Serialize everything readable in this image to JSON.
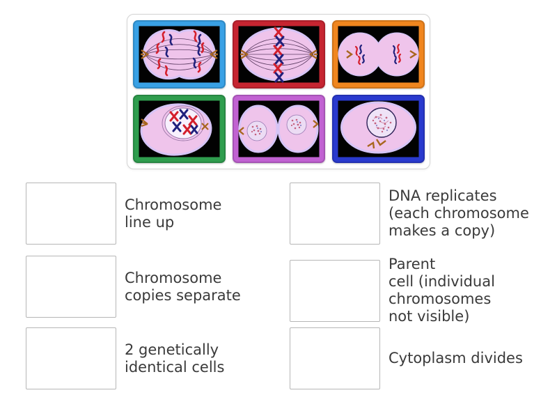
{
  "page": {
    "background_color": "#ffffff"
  },
  "tile_board": {
    "tiles": [
      {
        "name": "anaphase-cell",
        "frame_color": "#39a1e5"
      },
      {
        "name": "metaphase-cell",
        "frame_color": "#c62531"
      },
      {
        "name": "cytokinesis-cell",
        "frame_color": "#f0861f"
      },
      {
        "name": "prophase-cell",
        "frame_color": "#2f9d4e"
      },
      {
        "name": "two-daughter-cells",
        "frame_color": "#c162d2"
      },
      {
        "name": "parent-cell",
        "frame_color": "#2a3ace"
      }
    ],
    "artwork_palette": {
      "image_background": "#000000",
      "cell_body_pink": "#efc4eb",
      "cell_membrane_lavender": "#d6c4f6",
      "chromosome_red": "#d41f2c",
      "chromosome_blue": "#20207c",
      "spindle_fiber": "#42254a",
      "centrosome_brown": "#a8661e"
    }
  },
  "answer_area": {
    "left_column": [
      {
        "label": "Chromosome\nline up"
      },
      {
        "label": "Chromosome\ncopies separate"
      },
      {
        "label": "2 genetically\nidentical cells"
      }
    ],
    "right_column": [
      {
        "label": "DNA replicates\n(each chromosome\nmakes a copy)"
      },
      {
        "label": "Parent\ncell (individual\nchromosomes\nnot visible)"
      },
      {
        "label": "Cytoplasm divides"
      }
    ],
    "label_color": "#3a3a3a",
    "slot_border_color": "#b6b6b6"
  }
}
